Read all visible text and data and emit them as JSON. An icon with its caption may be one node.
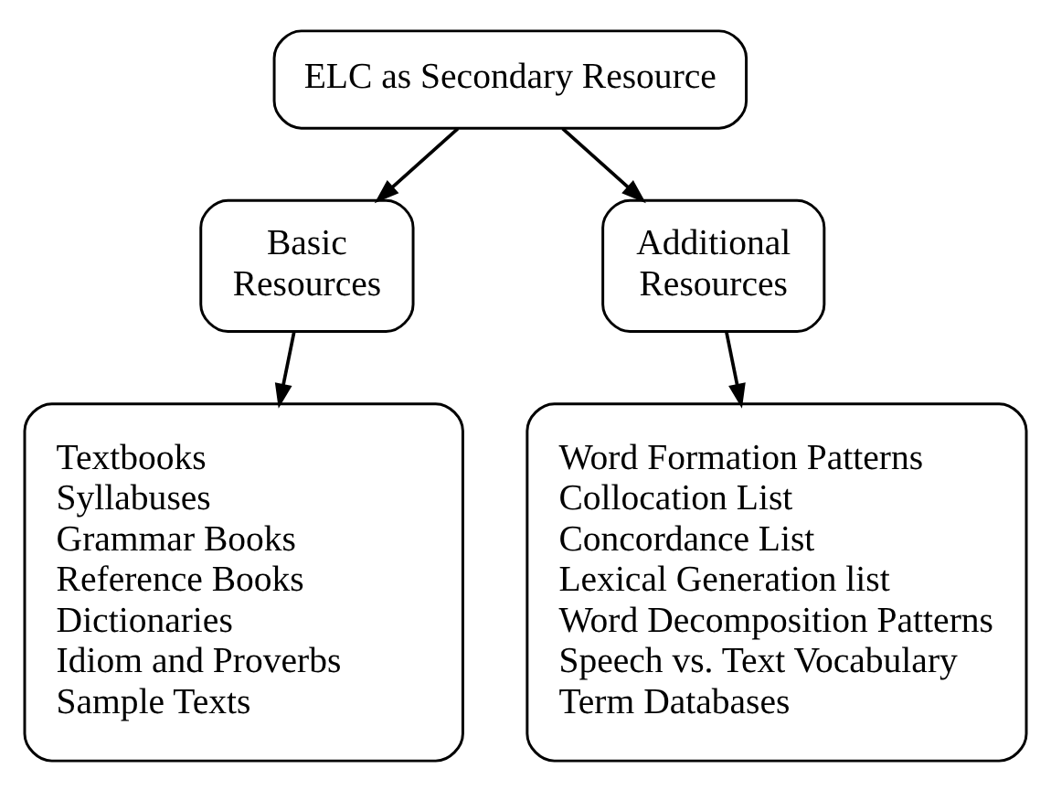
{
  "diagram": {
    "nodes": [
      {
        "text": [
          "ELC as Secondary Resource"
        ]
      },
      {
        "text": [
          "Basic Resources"
        ]
      },
      {
        "text": [
          "Additional Resources"
        ]
      },
      {
        "text": [
          "Textbooks",
          "Syllabuses",
          "Grammar Books",
          "Reference Books",
          "Dictionaries",
          "Idiom and Proverbs",
          "Sample Texts"
        ]
      },
      {
        "text": [
          "Word Formation Patterns",
          "Collocation List",
          "Concordance List",
          "Lexical Generation list",
          "Word Decomposition Patterns",
          "Speech vs. Text Vocabulary",
          "Term Databases"
        ]
      }
    ],
    "edges": [
      {
        "from": 0,
        "to": 1,
        "arrow": "to"
      },
      {
        "from": 0,
        "to": 2,
        "arrow": "to"
      },
      {
        "from": 1,
        "to": 3,
        "arrow": "to"
      },
      {
        "from": 2,
        "to": 4,
        "arrow": "to"
      }
    ]
  }
}
